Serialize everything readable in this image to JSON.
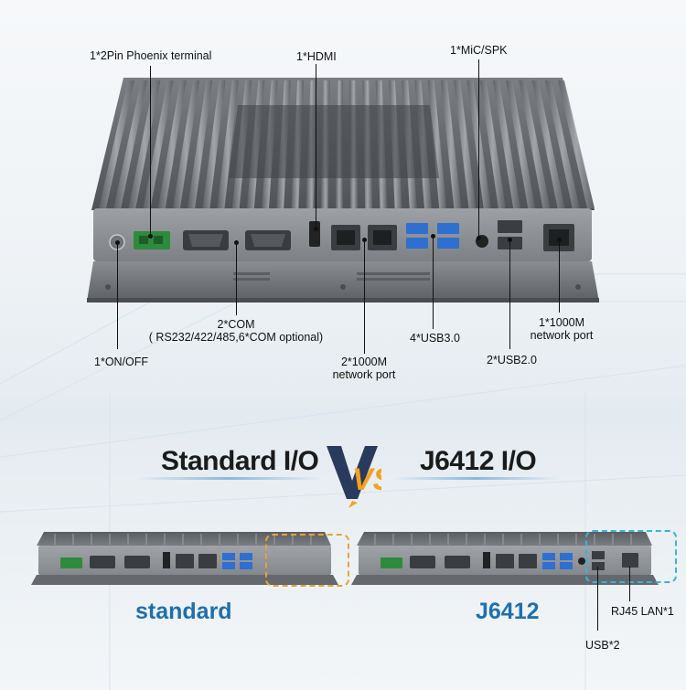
{
  "labels": {
    "phoenix": "1*2Pin Phoenix terminal",
    "hdmi": "1*HDMI",
    "mic": "1*MiC/SPK",
    "com_line1": "2*COM",
    "com_line2": "( RS232/422/485,6*COM optional)",
    "on_off": "1*ON/OFF",
    "lan2_line1": "2*1000M",
    "lan2_line2": "network port",
    "usb3": "4*USB3.0",
    "usb2": "2*USB2.0",
    "lan1_line1": "1*1000M",
    "lan1_line2": "network port"
  },
  "comparison": {
    "left_title": "Standard I/O",
    "vs_text": "VS",
    "right_title": "J6412 I/O",
    "left_caption": "standard",
    "right_caption": "J6412",
    "rj45_label": "RJ45 LAN*1",
    "usb_label": "USB*2"
  },
  "colors": {
    "accent_blue": "#1f6fae",
    "dash_orange": "#e8a23a",
    "dash_cyan": "#39b3d9",
    "chassis": "#8e9296"
  }
}
